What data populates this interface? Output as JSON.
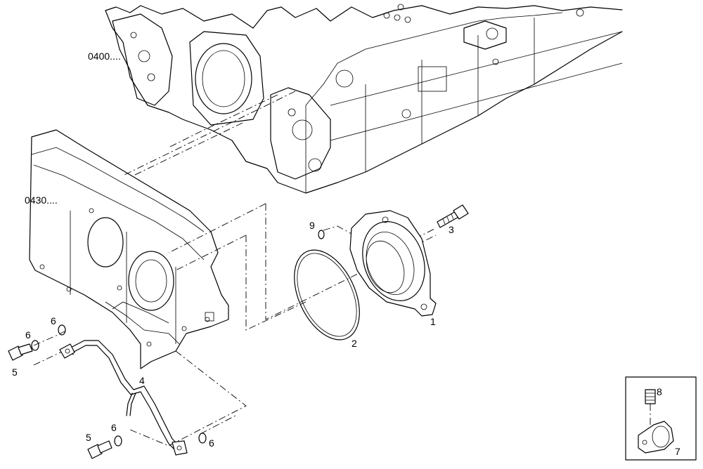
{
  "callouts": {
    "ref_0400": "0400....",
    "ref_0430": "0430....",
    "p1": "1",
    "p2": "2",
    "p3": "3",
    "p4": "4",
    "p5a": "5",
    "p5b": "5",
    "p6a": "6",
    "p6b": "6",
    "p6c": "6",
    "p6d": "6",
    "p7": "7",
    "p8": "8",
    "p9": "9"
  }
}
